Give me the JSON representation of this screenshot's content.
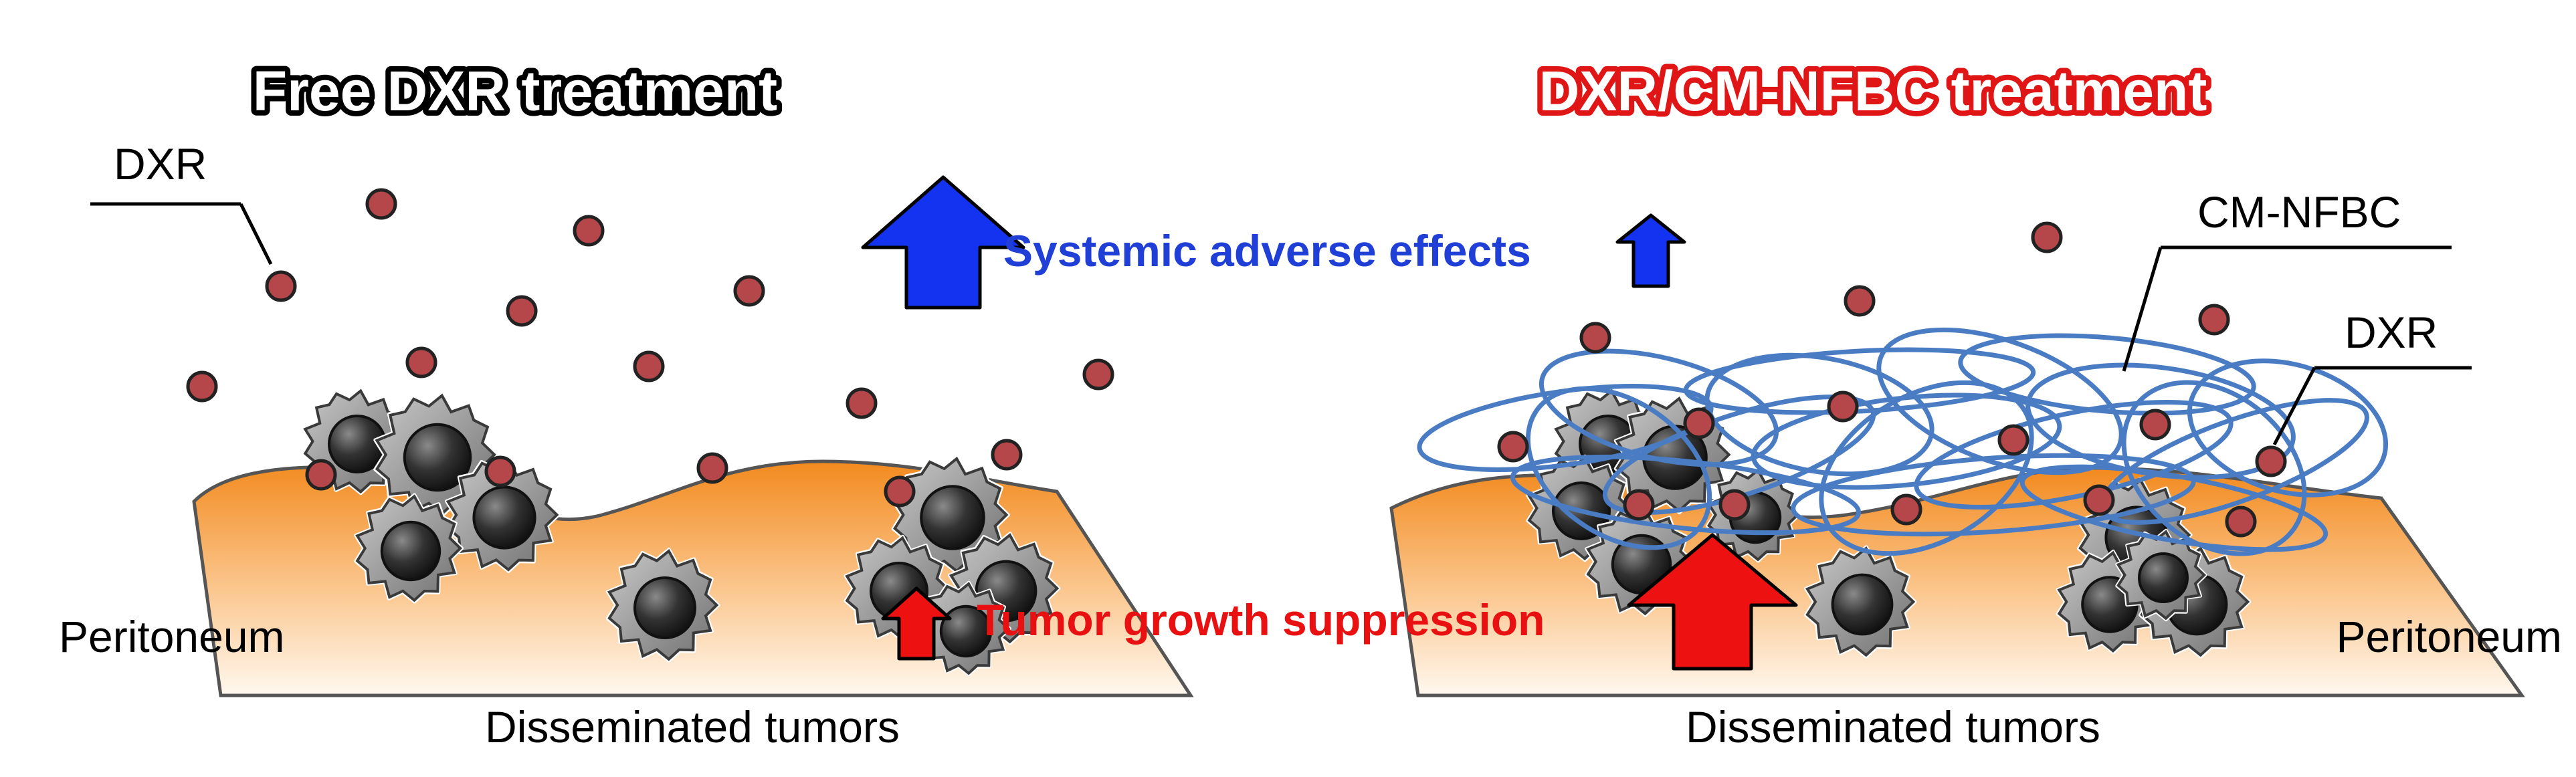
{
  "left_panel": {
    "title": "Free DXR treatment",
    "dxr_label": "DXR",
    "peritoneum_label": "Peritoneum",
    "tumors_label": "Disseminated tumors"
  },
  "right_panel": {
    "title": "DXR/CM-NFBC treatment",
    "fiber_label": "CM-NFBC",
    "dxr_label": "DXR",
    "peritoneum_label": "Peritoneum",
    "tumors_label": "Disseminated tumors"
  },
  "effects": {
    "systemic": "Systemic adverse effects",
    "tumor": "Tumor growth suppression"
  },
  "colors": {
    "left_title_fill": "#ffffff",
    "left_title_outline": "#000000",
    "right_title_fill": "#ffffff",
    "right_title_outline": "#e01515",
    "systemic_text": "#1f3fd6",
    "tumor_text": "#e81010",
    "blue_arrow": "#1433f0",
    "red_arrow": "#ee1111",
    "drug_particle": "#b5474a",
    "fiber": "#4a7cc4",
    "peritoneum_top": "#f28a1e",
    "peritoneum_bottom": "#fff6ea",
    "tumor_cell": "#9a9a9a",
    "nucleus": "#1a1a1a"
  },
  "icons": {
    "drug": "circle",
    "tumor_cell": "spiky-cell",
    "arrow": "block-up-arrow"
  }
}
